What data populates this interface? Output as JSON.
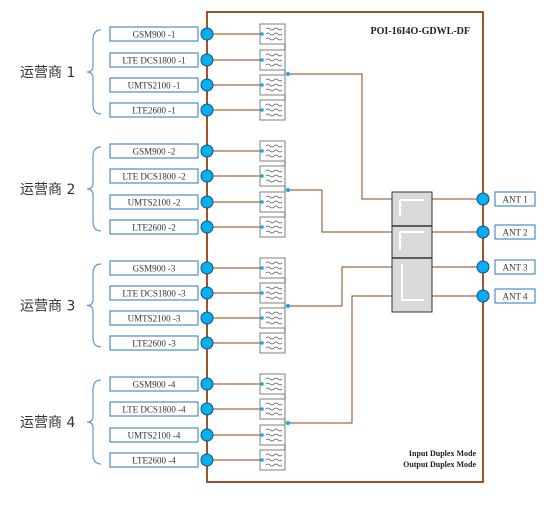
{
  "device": {
    "model": "POI-16I4O-GDWL-DF",
    "mode_lines": [
      "Input Duplex Mode",
      "Output Duplex Mode"
    ]
  },
  "operators": [
    {
      "name": "运营商 1",
      "ports": [
        "GSM900 -1",
        "LTE DCS1800 -1",
        "UMTS2100 -1",
        "LTE2600 -1"
      ]
    },
    {
      "name": "运营商 2",
      "ports": [
        "GSM900 -2",
        "LTE DCS1800 -2",
        "UMTS2100 -2",
        "LTE2600 -2"
      ]
    },
    {
      "name": "运营商 3",
      "ports": [
        "GSM900 -3",
        "LTE DCS1800 -3",
        "UMTS2100 -3",
        "LTE2600 -3"
      ]
    },
    {
      "name": "运营商 4",
      "ports": [
        "GSM900 -4",
        "LTE DCS1800 -4",
        "UMTS2100 -4",
        "LTE2600 -4"
      ]
    }
  ],
  "antennas": [
    "ANT 1",
    "ANT 2",
    "ANT 3",
    "ANT 4"
  ],
  "colors": {
    "box_border": "#a0522d",
    "port_fill": "#00b0f0",
    "port_stroke": "#1f4e79",
    "label_border": "#2e75b6",
    "brace": "#5b9bd5",
    "wire": "#8b4513",
    "filter_border": "#7f7f7f",
    "hybrid_fill": "#d9d9d9"
  }
}
